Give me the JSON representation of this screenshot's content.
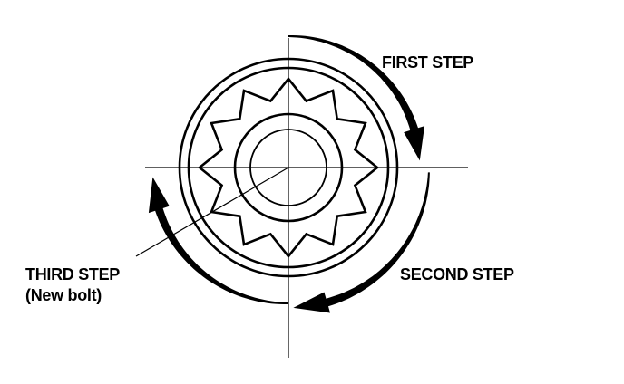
{
  "labels": {
    "first_step": "FIRST STEP",
    "second_step": "SECOND STEP",
    "third_step": "THIRD STEP",
    "third_step_note": "(New bolt)"
  },
  "steps": [
    {
      "name": "first_step",
      "direction": "clockwise"
    },
    {
      "name": "second_step",
      "direction": "clockwise"
    },
    {
      "name": "third_step",
      "direction": "clockwise"
    }
  ],
  "colors": {
    "ink": "#000000",
    "background": "#ffffff"
  },
  "icons": {
    "bolt": "bolt-head-icon",
    "arrow": "rotation-arrow-icon"
  }
}
